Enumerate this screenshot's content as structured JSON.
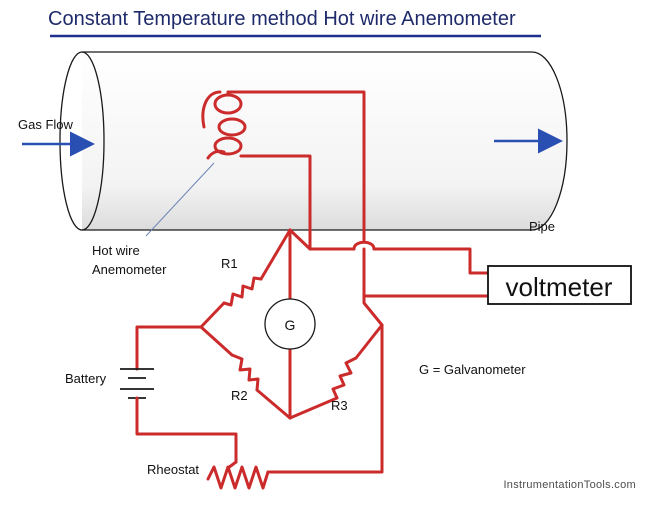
{
  "title": "Constant Temperature method Hot wire Anemometer",
  "labels": {
    "gas_flow": "Gas Flow",
    "pipe": "Pipe",
    "hot_wire_line1": "Hot wire",
    "hot_wire_line2": "Anemometer",
    "r1": "R1",
    "r2": "R2",
    "r3": "R3",
    "galvanometer_symbol": "G",
    "galvanometer_legend": "G = Galvanometer",
    "battery": "Battery",
    "rheostat": "Rheostat",
    "voltmeter": "voltmeter",
    "watermark": "InstrumentationTools.com"
  },
  "colors": {
    "wire": "#cc2b2b",
    "arrow": "#2a4fb3",
    "title_underline": "#1f2f8f"
  }
}
